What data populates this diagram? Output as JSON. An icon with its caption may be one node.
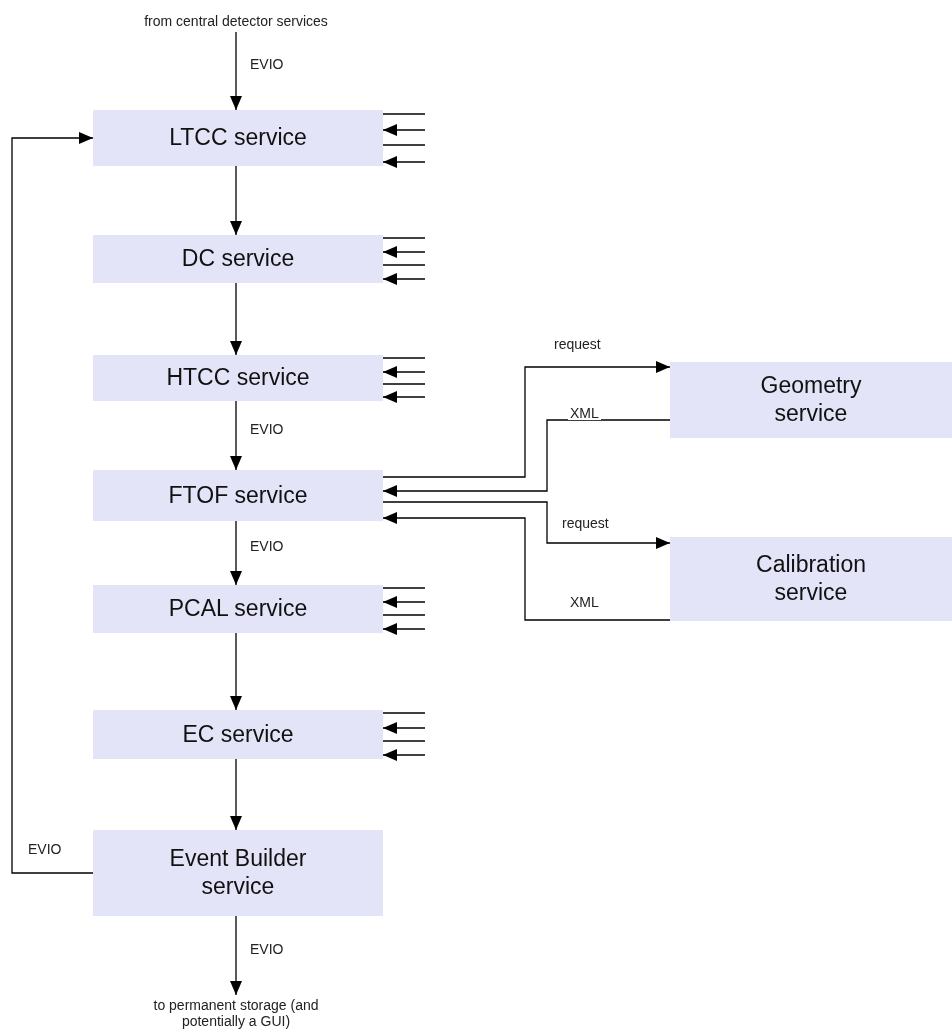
{
  "diagram": {
    "nodes": [
      {
        "text": [
          "from central detector services"
        ]
      },
      {
        "text": [
          "LTCC service"
        ]
      },
      {
        "text": [
          "DC service"
        ]
      },
      {
        "text": [
          "HTCC service"
        ]
      },
      {
        "text": [
          "FTOF service"
        ]
      },
      {
        "text": [
          "PCAL service"
        ]
      },
      {
        "text": [
          "EC service"
        ]
      },
      {
        "text": [
          "Event Builder service"
        ]
      },
      {
        "text": [
          "to permanent storage (and potentially a GUI)"
        ]
      },
      {
        "text": [
          "Geometry service"
        ]
      },
      {
        "text": [
          "Calibration service"
        ]
      }
    ],
    "edges": [
      {
        "from": 0,
        "to": 1,
        "arrow": "to",
        "label": "EVIO"
      },
      {
        "from": 1,
        "to": 2,
        "arrow": "to"
      },
      {
        "from": 2,
        "to": 3,
        "arrow": "to"
      },
      {
        "from": 3,
        "to": 4,
        "arrow": "to",
        "label": "EVIO"
      },
      {
        "from": 4,
        "to": 5,
        "arrow": "to",
        "label": "EVIO"
      },
      {
        "from": 5,
        "to": 6,
        "arrow": "to"
      },
      {
        "from": 6,
        "to": 7,
        "arrow": "to"
      },
      {
        "from": 7,
        "to": 8,
        "arrow": "to",
        "label": "EVIO"
      },
      {
        "from": 7,
        "to": 1,
        "arrow": "to",
        "label": "EVIO"
      },
      {
        "from": 4,
        "to": 9,
        "arrow": "to",
        "label": "request"
      },
      {
        "from": 9,
        "to": 4,
        "arrow": "to",
        "label": "XML"
      },
      {
        "from": 4,
        "to": 10,
        "arrow": "to",
        "label": "request"
      },
      {
        "from": 10,
        "to": 4,
        "arrow": "to",
        "label": "XML"
      },
      {
        "from": 1,
        "to": null,
        "arrow": "none"
      },
      {
        "from": null,
        "to": 1,
        "arrow": "to"
      },
      {
        "from": 1,
        "to": null,
        "arrow": "none"
      },
      {
        "from": null,
        "to": 1,
        "arrow": "to"
      },
      {
        "from": 2,
        "to": null,
        "arrow": "none"
      },
      {
        "from": null,
        "to": 2,
        "arrow": "to"
      },
      {
        "from": 2,
        "to": null,
        "arrow": "none"
      },
      {
        "from": null,
        "to": 2,
        "arrow": "to"
      },
      {
        "from": 3,
        "to": null,
        "arrow": "none"
      },
      {
        "from": null,
        "to": 3,
        "arrow": "to"
      },
      {
        "from": 3,
        "to": null,
        "arrow": "none"
      },
      {
        "from": null,
        "to": 3,
        "arrow": "to"
      },
      {
        "from": 5,
        "to": null,
        "arrow": "none"
      },
      {
        "from": null,
        "to": 5,
        "arrow": "to"
      },
      {
        "from": 5,
        "to": null,
        "arrow": "none"
      },
      {
        "from": null,
        "to": 5,
        "arrow": "to"
      },
      {
        "from": 6,
        "to": null,
        "arrow": "none"
      },
      {
        "from": null,
        "to": 6,
        "arrow": "to"
      },
      {
        "from": 6,
        "to": null,
        "arrow": "none"
      },
      {
        "from": null,
        "to": 6,
        "arrow": "to"
      }
    ]
  }
}
